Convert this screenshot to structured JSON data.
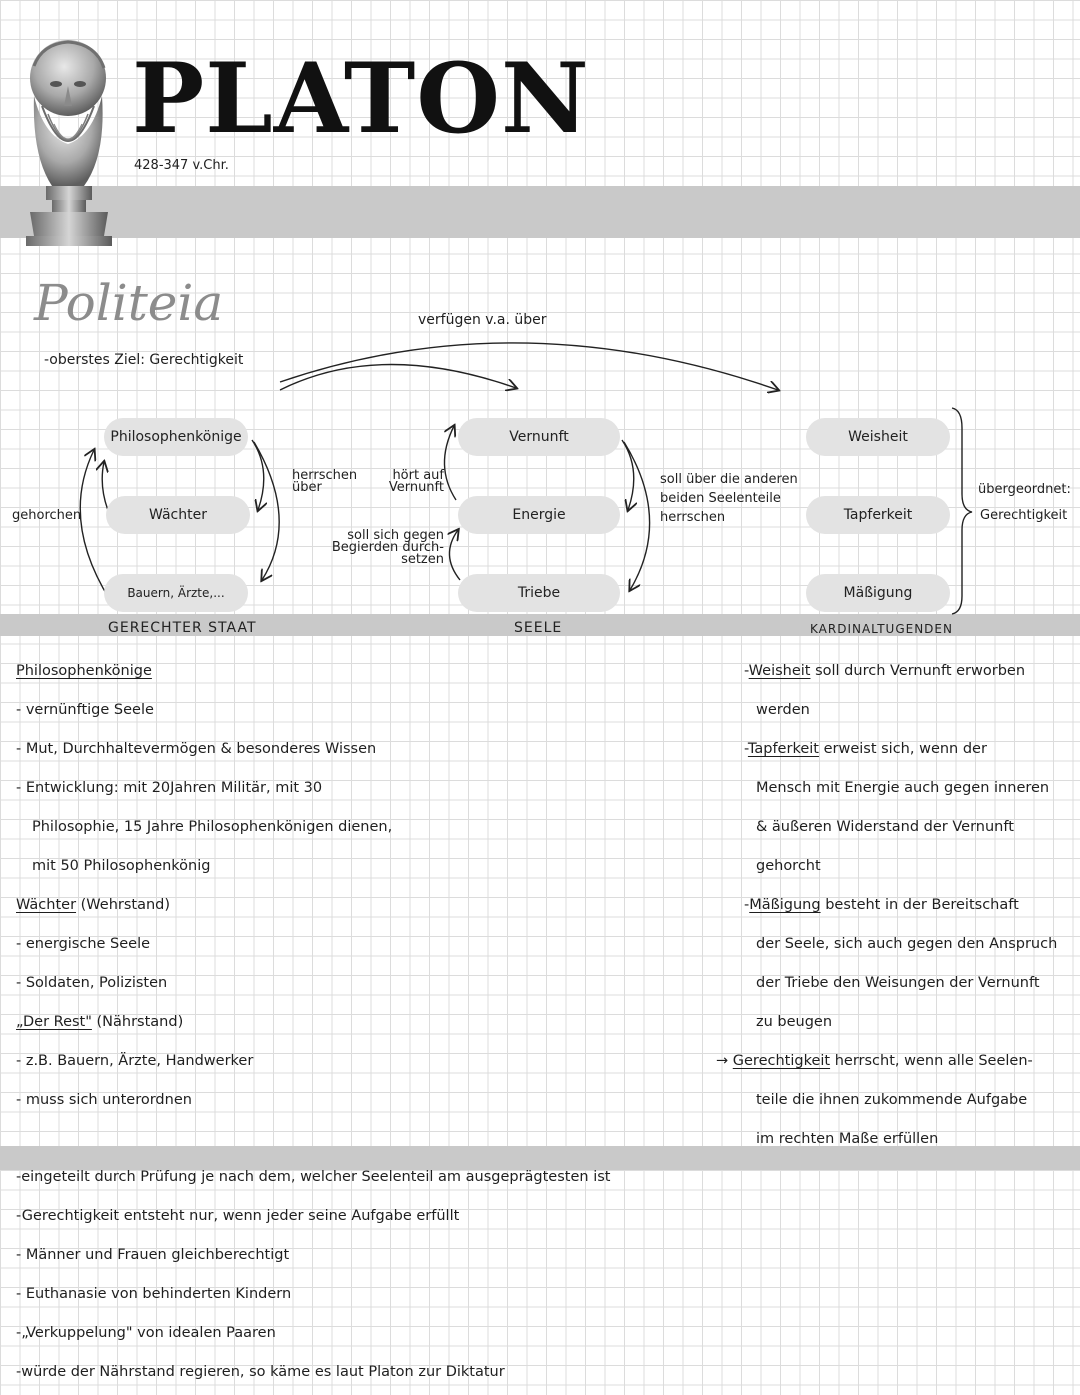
{
  "header": {
    "title": "PLATON",
    "dates": "428-347 v.Chr.",
    "portrait": "plato-bust-image"
  },
  "section_title": "Politeia",
  "goal": "-oberstes Ziel: Gerechtigkeit",
  "diagram": {
    "top_arrow_label": "verfügen v.a. über",
    "state": {
      "levels": [
        "Philosophenkönige",
        "Wächter",
        "Bauern, Ärzte,..."
      ],
      "left_label": "gehorchen",
      "right_label": "herrschen über",
      "caption": "GERECHTER STAAT"
    },
    "middle_labels": {
      "listens": "hört auf Vernunft",
      "enforce": "soll sich gegen Begierden durch-setzen"
    },
    "soul": {
      "parts": [
        "Vernunft",
        "Energie",
        "Triebe"
      ],
      "right_label": "soll über die anderen beiden Seelenteile herrschen",
      "caption": "SEELE"
    },
    "virtues": {
      "items": [
        "Weisheit",
        "Tapferkeit",
        "Mäßigung"
      ],
      "brace_label_1": "übergeordnet:",
      "brace_label_2": "Gerechtigkeit",
      "caption": "KARDINALTUGENDEN"
    }
  },
  "left_notes": [
    {
      "text": "Philosophenkönige",
      "underline": true
    },
    {
      "text": "- vernünftige Seele"
    },
    {
      "text": "- Mut, Durchhaltevermögen & besonderes Wissen"
    },
    {
      "text": "- Entwicklung: mit 20Jahren Militär, mit 30"
    },
    {
      "text": "Philosophie, 15 Jahre Philosophenkönigen dienen,",
      "indent": true
    },
    {
      "text": "mit 50 Philosophenkönig",
      "indent": true
    },
    {
      "text": "Wächter (Wehrstand)",
      "underline_part": "Wächter"
    },
    {
      "text": "- energische Seele"
    },
    {
      "text": "- Soldaten, Polizisten"
    },
    {
      "text": "„Der Rest\" (Nährstand)",
      "underline_part": "„Der Rest\""
    },
    {
      "text": "- z.B. Bauern, Ärzte, Handwerker"
    },
    {
      "text": "- muss sich unterordnen"
    }
  ],
  "right_notes": [
    {
      "text": "-Weisheit soll durch Vernunft erworben",
      "underline_word": "Weisheit"
    },
    {
      "text": "werden",
      "indent": true
    },
    {
      "text": "-Tapferkeit erweist sich, wenn der",
      "underline_word": "Tapferkeit"
    },
    {
      "text": "Mensch mit Energie auch gegen inneren",
      "indent": true
    },
    {
      "text": "& äußeren Widerstand der Vernunft",
      "indent": true
    },
    {
      "text": "gehorcht",
      "indent": true
    },
    {
      "text": "-Mäßigung besteht in der Bereitschaft",
      "underline_word": "Mäßigung"
    },
    {
      "text": "der Seele, sich auch gegen den Anspruch",
      "indent": true
    },
    {
      "text": "der Triebe den Weisungen der Vernunft",
      "indent": true
    },
    {
      "text": "zu beugen",
      "indent": true
    },
    {
      "text": "→ Gerechtigkeit herrscht, wenn alle Seelen-",
      "underline_word": "Gerechtigkeit"
    },
    {
      "text": "teile die ihnen zukommende Aufgabe",
      "indent": true
    },
    {
      "text": "im rechten Maße erfüllen",
      "indent": true
    }
  ],
  "bottom_notes": [
    "-eingeteilt durch Prüfung je nach dem, welcher Seelenteil am ausgeprägtesten ist",
    "-Gerechtigkeit entsteht nur, wenn jeder seine Aufgabe erfüllt",
    "- Männer und Frauen gleichberechtigt",
    "- Euthanasie von behinderten Kindern",
    "-„Verkuppelung\" von idealen Paaren",
    "-würde der Nährstand regieren, so käme es laut Platon zur Diktatur"
  ]
}
